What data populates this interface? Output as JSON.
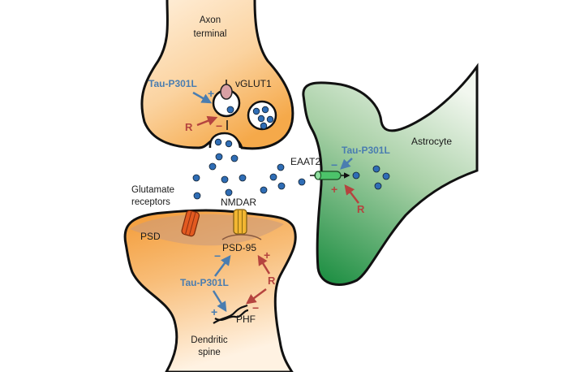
{
  "labels": {
    "axon_terminal": [
      "Axon",
      "terminal"
    ],
    "vglut1": "vGLUT1",
    "tau_axon": "Tau-P301L",
    "r_axon": "R",
    "sign_tau_axon": "+",
    "sign_r_axon": "−",
    "astrocyte": "Astrocyte",
    "eaat2": "EAAT2",
    "tau_astro": "Tau-P301L",
    "r_astro": "R",
    "sign_tau_astro": "−",
    "sign_r_astro": "+",
    "glutamate_receptors": [
      "Glutamate",
      "receptors"
    ],
    "nmdar": "NMDAR",
    "psd": "PSD",
    "psd95": "PSD-95",
    "tau_spine": "Tau-P301L",
    "r_spine": "R",
    "sign_tau_psd95": "−",
    "sign_r_psd95": "+",
    "sign_tau_phf": "+",
    "sign_r_phf": "−",
    "phf": "PHF",
    "dendritic_spine": [
      "Dendritic",
      "spine"
    ]
  },
  "colors": {
    "axon_fill_light": "#fde3c0",
    "axon_fill_dark": "#f5a94a",
    "astro_fill_light": "#e4efe0",
    "astro_fill_dark": "#2f9a4c",
    "glutamate": "#2f6db5",
    "tau_blue": "#4a7db0",
    "r_red": "#b5443f",
    "receptor_orange": "#e35a20",
    "nmdar_yellow": "#f2b632",
    "vglut1_pink": "#d9a0a4",
    "eaat2_green": "#4cc36a",
    "psd_band": "#c99a80"
  }
}
